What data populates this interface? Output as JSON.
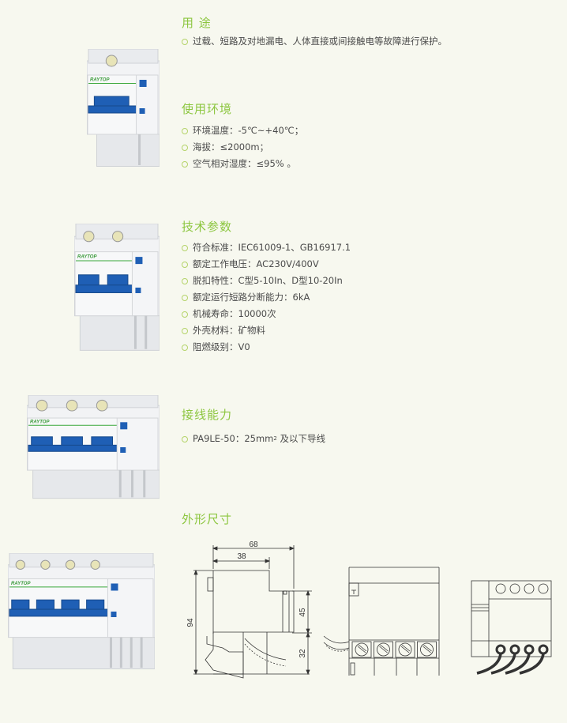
{
  "sections": {
    "usage": {
      "title": "用 途",
      "items": [
        "过载、短路及对地漏电、人体直接或间接触电等故障进行保护。"
      ]
    },
    "environment": {
      "title": "使用环境",
      "items": [
        "环境温度：-5℃~+40℃；",
        "海拔：≤2000m；",
        "空气相对湿度：≤95% 。"
      ]
    },
    "tech": {
      "title": "技术参数",
      "items": [
        "符合标准：IEC61009-1、GB16917.1",
        "额定工作电压：AC230V/400V",
        "脱扣特性：C型5-10In、D型10-20In",
        "额定运行短路分断能力：6kA",
        "机械寿命：10000次",
        "外壳材料：矿物料",
        "阻燃级别：V0"
      ]
    },
    "wiring": {
      "title": "接线能力",
      "item_prefix": "PA9LE-50：25mm",
      "item_sup": "2",
      "item_suffix": " 及以下导线"
    },
    "dimensions": {
      "title": "外形尺寸",
      "labels": {
        "width_total": "68",
        "width_front": "38",
        "height_total": "94",
        "height_upper": "45",
        "height_lower": "32"
      }
    }
  },
  "products": [
    {
      "poles": 1,
      "brand": "RAYTOP"
    },
    {
      "poles": 2,
      "brand": "RAYTOP"
    },
    {
      "poles": 3,
      "brand": "RAYTOP"
    },
    {
      "poles": 4,
      "brand": "RAYTOP"
    }
  ],
  "colors": {
    "accent": "#8cc63f",
    "handle": "#1f5fb5",
    "text": "#4a4a4a",
    "background": "#f7f8ef"
  }
}
